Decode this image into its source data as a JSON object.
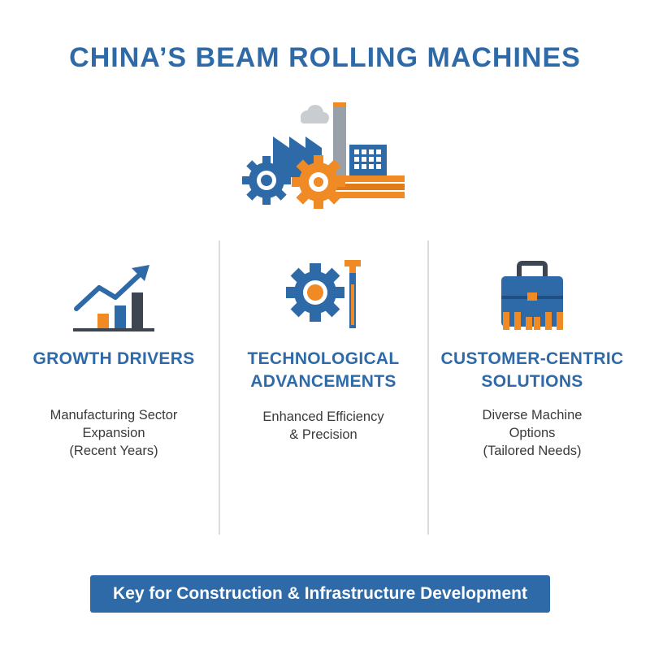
{
  "title": "CHINA’S BEAM ROLLING MACHINES",
  "hero": {
    "icon": "factory-gears-icon"
  },
  "colors": {
    "blue": "#2f6aa8",
    "orange": "#f08a24",
    "dark": "#3d4550"
  },
  "columns": [
    {
      "icon": "growth-chart-icon",
      "heading": [
        "GROWTH DRIVERS"
      ],
      "body": [
        "Manufacturing Sector",
        "Expansion",
        "(Recent Years)"
      ]
    },
    {
      "icon": "gear-wrench-icon",
      "heading": [
        "TECHNOLOGICAL",
        "ADVANCEMENTS"
      ],
      "body": [
        "Enhanced Efficiency",
        "& Precision"
      ]
    },
    {
      "icon": "toolbox-icon",
      "heading": [
        "CUSTOMER-CENTRIC",
        "SOLUTIONS"
      ],
      "body": [
        "Diverse Machine",
        "Options",
        "(Tailored Needs)"
      ]
    }
  ],
  "banner": "Key for Construction & Infrastructure Development"
}
